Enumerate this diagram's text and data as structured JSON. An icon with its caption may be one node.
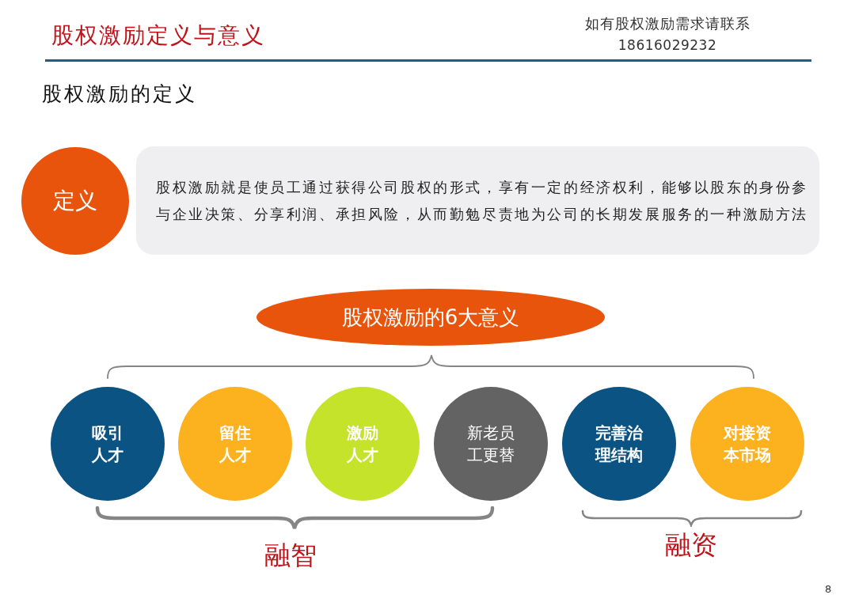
{
  "diagram": {
    "title": "股权激励定义与意义",
    "nodes": [
      {
        "text": [
          "定义"
        ]
      },
      {
        "text": [
          "股权激励就是使员工通过获得公司股权的形式，享有一定的经济权利，能够以股东的身份参与企业决策、分享利润、承担风险，从而勤勉尽责地为公司的长期发展服务的一种激励方法"
        ]
      },
      {
        "text": [
          "股权激励的6大意义"
        ]
      },
      {
        "text": [
          "吸引人才"
        ]
      },
      {
        "text": [
          "留住人才"
        ]
      },
      {
        "text": [
          "激励人才"
        ]
      },
      {
        "text": [
          "新老员工更替"
        ]
      },
      {
        "text": [
          "完善治理结构"
        ]
      },
      {
        "text": [
          "对接资本市场"
        ]
      }
    ],
    "labels": [
      "如有股权激励需求请联系",
      "18616029232",
      "股权激励的定义",
      "融智",
      "融资",
      "8"
    ]
  }
}
